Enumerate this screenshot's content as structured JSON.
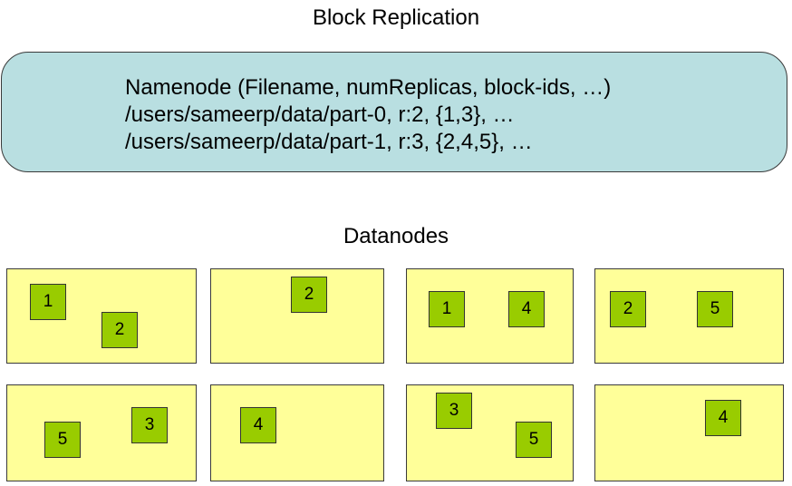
{
  "title": "Block Replication",
  "namenode": {
    "lines": [
      "Namenode (Filename, numReplicas, block-ids, …)",
      "/users/sameerp/data/part-0, r:2, {1,3}, …",
      "/users/sameerp/data/part-1, r:3, {2,4,5}, …"
    ]
  },
  "datanodes_label": "Datanodes",
  "colors": {
    "namenode_fill": "#b9dfe1",
    "datanode_fill": "#ffff99",
    "block_fill": "#99cc00"
  },
  "datanodes": [
    {
      "blocks": [
        "1",
        "2"
      ]
    },
    {
      "blocks": [
        "2"
      ]
    },
    {
      "blocks": [
        "1",
        "4"
      ]
    },
    {
      "blocks": [
        "2",
        "5"
      ]
    },
    {
      "blocks": [
        "5",
        "3"
      ]
    },
    {
      "blocks": [
        "4"
      ]
    },
    {
      "blocks": [
        "3",
        "5"
      ]
    },
    {
      "blocks": [
        "4"
      ]
    }
  ]
}
